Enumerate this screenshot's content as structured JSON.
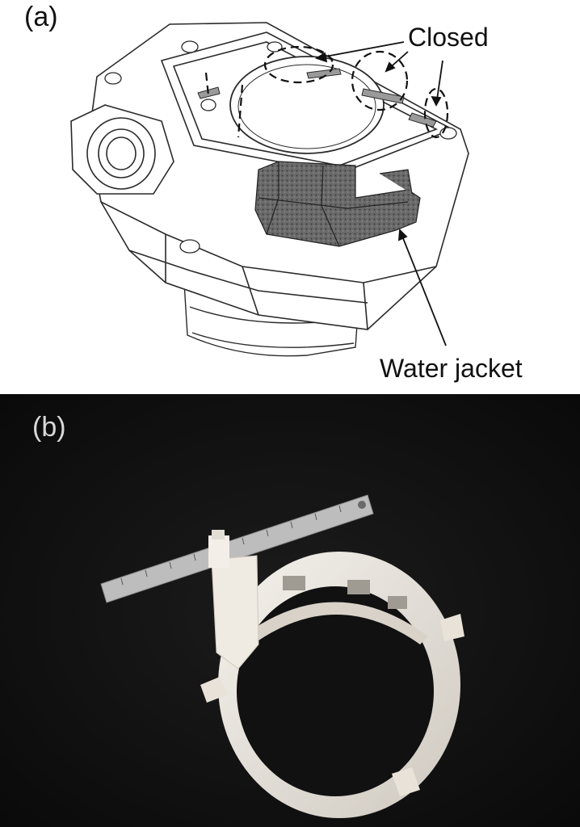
{
  "figure": {
    "panel_a": {
      "label": "(a)",
      "annotations": {
        "closed": "Closed",
        "water_jacket": "Water jacket"
      }
    },
    "panel_b": {
      "label": "(b)"
    }
  },
  "colors": {
    "line": "#2a2a2a",
    "water_jacket_fill": "#5a5a5a",
    "photo_background": "#111111",
    "printed_part": "#e9e4dc",
    "ruler": "#b9b9b9"
  }
}
